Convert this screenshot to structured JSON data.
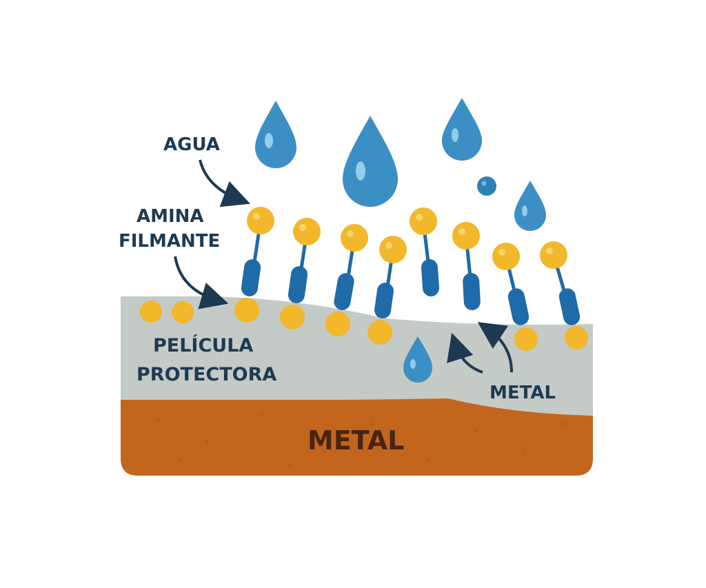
{
  "labels": {
    "water": "AGUA",
    "amine_line1": "AMINA",
    "amine_line2": "FILMANTE",
    "film_line1": "PELÍCULA",
    "film_line2": "PROTECTORA",
    "metal_side": "METAL",
    "metal_base": "METAL"
  },
  "colors": {
    "water_drop": "#3b8fc4",
    "water_highlight": "#a9dcf2",
    "amine_head": "#f2b72a",
    "amine_tail": "#1f6aa8",
    "film": "#c4cac6",
    "metal": "#c2661e",
    "text": "#1d3a52",
    "metal_text": "#4a2410"
  },
  "icons": {
    "drop": "water-drop-icon",
    "molecule": "amine-molecule-icon",
    "arrow": "curved-arrow-icon"
  }
}
